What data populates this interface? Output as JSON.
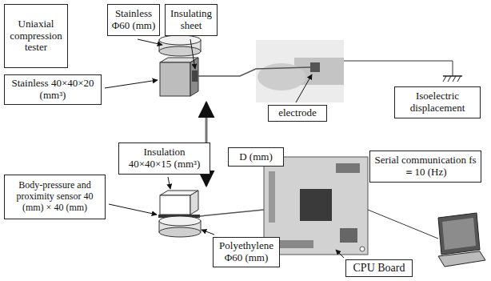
{
  "diagram": {
    "nodes": [
      {
        "text": [
          "Uniaxial compression tester"
        ]
      },
      {
        "text": [
          "Stainless Φ60 (mm)"
        ]
      },
      {
        "text": [
          "Insulating sheet"
        ]
      },
      {
        "text": [
          "Stainless 40×40×20 (mm³)"
        ]
      },
      {
        "text": [
          "Isoelectric displacement"
        ]
      },
      {
        "text": [
          "electrode"
        ]
      },
      {
        "text": [
          "Insulation 40×40×15 (mm³)"
        ]
      },
      {
        "text": [
          "D (mm)"
        ]
      },
      {
        "text": [
          "Serial communication fs＝10 (Hz)"
        ]
      },
      {
        "text": [
          "Body-pressure and proximity sensor 40 (mm) × 40 (mm)"
        ]
      },
      {
        "text": [
          "Polyethylene Φ60 (mm)"
        ]
      },
      {
        "text": [
          "CPU Board"
        ]
      }
    ]
  }
}
